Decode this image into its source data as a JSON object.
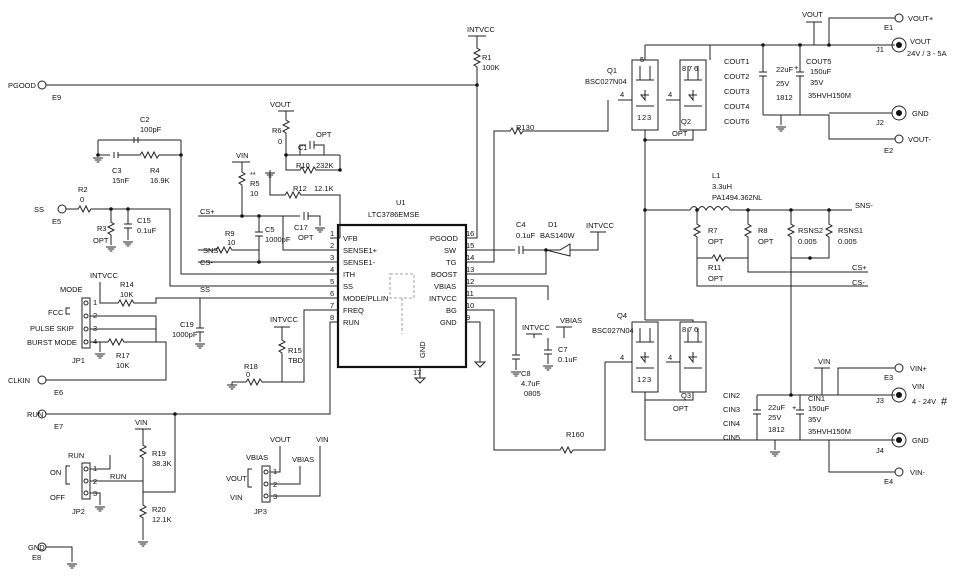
{
  "ic": {
    "ref": "U1",
    "part": "LTC3786EMSE",
    "pins_left": [
      {
        "num": "1",
        "name": "VFB"
      },
      {
        "num": "2",
        "name": "SENSE1+"
      },
      {
        "num": "3",
        "name": "SENSE1-"
      },
      {
        "num": "4",
        "name": "ITH"
      },
      {
        "num": "5",
        "name": "SS"
      },
      {
        "num": "6",
        "name": "MODE/PLLIN"
      },
      {
        "num": "7",
        "name": "FREQ"
      },
      {
        "num": "8",
        "name": "RUN"
      }
    ],
    "pins_right": [
      {
        "num": "16",
        "name": "PGOOD"
      },
      {
        "num": "15",
        "name": "SW"
      },
      {
        "num": "14",
        "name": "TG"
      },
      {
        "num": "13",
        "name": "BOOST"
      },
      {
        "num": "12",
        "name": "VBIAS"
      },
      {
        "num": "11",
        "name": "INTVCC"
      },
      {
        "num": "10",
        "name": "BG"
      },
      {
        "num": "9",
        "name": "GND"
      }
    ],
    "pin17": "17",
    "gnd": "GND"
  },
  "connectors": {
    "pgood": {
      "name": "PGOOD",
      "ref": "E9"
    },
    "ss": {
      "name": "SS",
      "ref": "E5"
    },
    "clkin": {
      "name": "CLKIN",
      "ref": "E6"
    },
    "run": {
      "name": "RUN",
      "ref": "E7"
    },
    "gnd": {
      "name": "GND",
      "ref": "E8"
    },
    "voutp": {
      "name": "VOUT+",
      "ref": "E1"
    },
    "voutm": {
      "name": "VOUT-",
      "ref": "E2"
    },
    "vinp": {
      "name": "VIN+",
      "ref": "E3"
    },
    "vinm": {
      "name": "VIN-",
      "ref": "E4"
    },
    "j1": {
      "name": "VOUT",
      "ref": "J1",
      "spec": "24V / 3 - 5A"
    },
    "j2": {
      "name": "GND",
      "ref": "J2"
    },
    "j3": {
      "name": "VIN",
      "ref": "J3",
      "spec": "4 - 24V",
      "mark": "#"
    },
    "j4": {
      "name": "GND",
      "ref": "J4"
    }
  },
  "nets": {
    "intvcc": "INTVCC",
    "vout": "VOUT",
    "vin": "VIN",
    "vbias": "VBIAS",
    "csp": "CS+",
    "csm": "CS-",
    "sns": "SNS-",
    "ss": "SS",
    "run": "RUN"
  },
  "parts": {
    "r1": {
      "ref": "R1",
      "val": "100K"
    },
    "r2": {
      "ref": "R2",
      "val": "0"
    },
    "r3": {
      "ref": "R3",
      "val": "OPT"
    },
    "c15": {
      "ref": "C15",
      "val": "0.1uF"
    },
    "c2": {
      "ref": "C2",
      "val": "100pF"
    },
    "c3": {
      "ref": "C3",
      "val": "15nF"
    },
    "r4": {
      "ref": "R4",
      "val": "16.9K"
    },
    "r6": {
      "ref": "R6",
      "val": "0"
    },
    "c1": {
      "ref": "C1",
      "val": "OPT"
    },
    "r10": {
      "ref": "R10",
      "val": "232K"
    },
    "r12": {
      "ref": "R12",
      "val": "12.1K"
    },
    "r5": {
      "ref": "R5",
      "val": "10",
      "mark": "**"
    },
    "r9": {
      "ref": "R9",
      "val": "10"
    },
    "c5": {
      "ref": "C5",
      "val": "1000pF"
    },
    "c17": {
      "ref": "C17",
      "val": "OPT"
    },
    "r14": {
      "ref": "R14",
      "val": "10K"
    },
    "r17": {
      "ref": "R17",
      "val": "10K"
    },
    "c19": {
      "ref": "C19",
      "val": "1000pF"
    },
    "r15": {
      "ref": "R15",
      "val": "TBD"
    },
    "r18": {
      "ref": "R18",
      "val": "0"
    },
    "r19": {
      "ref": "R19",
      "val": "38.3K"
    },
    "r20": {
      "ref": "R20",
      "val": "12.1K"
    },
    "r13": {
      "ref": "R13",
      "val": "0"
    },
    "c4": {
      "ref": "C4",
      "val": "0.1uF"
    },
    "d1": {
      "ref": "D1",
      "val": "BAS140W"
    },
    "c8": {
      "ref": "C8",
      "val": "4.7uF",
      "pkg": "0805"
    },
    "c7": {
      "ref": "C7",
      "val": "0.1uF"
    },
    "r16": {
      "ref": "R16",
      "val": "0"
    },
    "l1": {
      "ref": "L1",
      "val": "3.3uH",
      "part": "PA1494.362NL"
    },
    "r7": {
      "ref": "R7",
      "val": "OPT"
    },
    "r8": {
      "ref": "R8",
      "val": "OPT"
    },
    "rsns2": {
      "ref": "RSNS2",
      "val": "0.005"
    },
    "rsns1": {
      "ref": "RSNS1",
      "val": "0.005"
    },
    "r11": {
      "ref": "R11",
      "val": "OPT"
    },
    "q1": {
      "ref": "Q1",
      "part": "BSC027N04"
    },
    "q2": {
      "ref": "Q2",
      "val": "OPT"
    },
    "q4": {
      "ref": "Q4",
      "part": "BSC027N04"
    },
    "q3": {
      "ref": "Q3",
      "val": "OPT"
    },
    "cout": {
      "labels": [
        "COUT1",
        "COUT2",
        "COUT3",
        "COUT4",
        "COUT6"
      ],
      "c1": "22uF",
      "c2": "25V",
      "c3": "1812"
    },
    "cout5": {
      "ref": "COUT5",
      "v1": "150uF",
      "v2": "35V",
      "v3": "35HVH150M"
    },
    "cin": {
      "labels": [
        "CIN2",
        "CIN3",
        "CIN4",
        "CIN5"
      ],
      "c1": "22uF",
      "c2": "25V",
      "c3": "1812"
    },
    "cin1": {
      "ref": "CIN1",
      "v1": "150uF",
      "v2": "35V",
      "v3": "35HVH150M"
    }
  },
  "jumpers": {
    "jp1": {
      "ref": "JP1",
      "title": "MODE",
      "opts": [
        "FCC",
        "PULSE SKIP",
        "BURST MODE"
      ],
      "pins": [
        "1",
        "2",
        "3",
        "4"
      ]
    },
    "jp2": {
      "ref": "JP2",
      "title": "RUN",
      "opts": [
        "ON",
        "OFF"
      ],
      "pins": [
        "1",
        "2",
        "3"
      ]
    },
    "jp3": {
      "ref": "JP3",
      "title": "VBIAS",
      "opts": [
        "VOUT",
        "VIN"
      ],
      "pins": [
        "1",
        "2",
        "3"
      ]
    }
  },
  "mos_pins": {
    "g": "4",
    "d": "5",
    "s": "1",
    "s2": "2",
    "s3": "3",
    "d6": "6",
    "d7": "7",
    "d8": "8"
  }
}
